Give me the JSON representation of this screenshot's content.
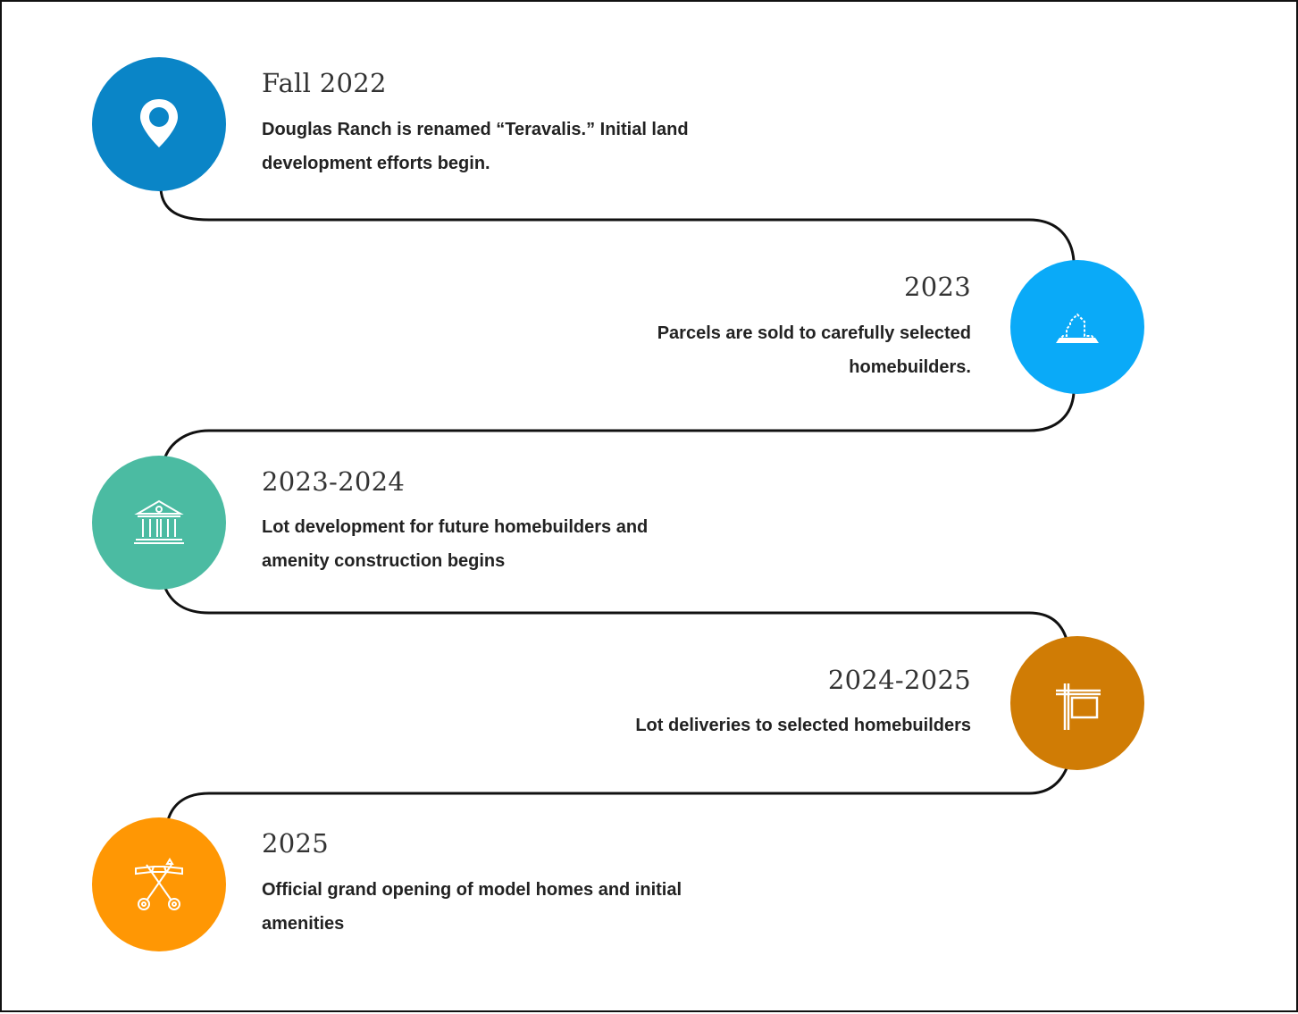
{
  "milestones": [
    {
      "year": "Fall 2022",
      "description_lines": [
        "Douglas Ranch is renamed “Teravalis.” Initial land",
        "development efforts begin."
      ],
      "icon": "map-pin-icon",
      "color": "#0A85C7"
    },
    {
      "year": "2023",
      "description_lines": [
        "Parcels are sold to carefully selected",
        "homebuilders."
      ],
      "icon": "house-outline-icon",
      "color": "#0AAAF8"
    },
    {
      "year": "2023-2024",
      "description_lines": [
        "Lot development for future homebuilders and",
        "amenity construction begins"
      ],
      "icon": "civic-building-icon",
      "color": "#4BBBA2"
    },
    {
      "year": "2024-2025",
      "description_lines": [
        "Lot deliveries to selected homebuilders"
      ],
      "icon": "hanging-sign-icon",
      "color": "#D07C05"
    },
    {
      "year": "2025",
      "description_lines": [
        "Official grand opening of model homes and initial",
        "amenities"
      ],
      "icon": "ribbon-cutting-scissors-icon",
      "color": "#FF9704"
    }
  ],
  "connector_color": "#111111"
}
